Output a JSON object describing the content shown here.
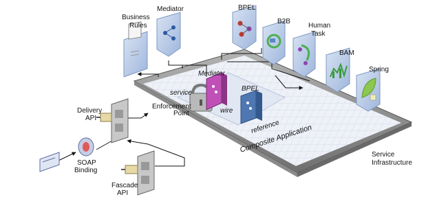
{
  "labels": {
    "business_rules": [
      "Business",
      "Rules"
    ],
    "mediator_top": "Mediator",
    "bpel_top": "BPEL",
    "b2b": "B2B",
    "human_task": [
      "Human",
      "Task"
    ],
    "bam": "BAM",
    "spring": "Spring",
    "service": "service",
    "mediator_inner": "Mediator",
    "bpel_inner": "BPEL",
    "enforcement_point": [
      "Enforcement",
      "Point"
    ],
    "wire": "wire",
    "reference": "reference",
    "composite_application": "Composite Application",
    "delivery_api": [
      "Delivery",
      "API"
    ],
    "soap_binding": [
      "SOAP",
      "Binding"
    ],
    "fascade_api": [
      "Fascade",
      "API"
    ],
    "service_infrastructure": [
      "Service",
      "Infrastructure"
    ]
  },
  "colors": {
    "frame": "#8c8c8c",
    "grid_bg": "#eef1f7",
    "grid_line": "#c9d1e3",
    "tile": "#b9cbe6",
    "tile_dark": "#7f98c3",
    "mediator_box": "#c050b8",
    "bpel_box": "#4f78b3",
    "lock": "#b9b9b9",
    "plug": "#e6d9a6",
    "spring_leaf": "#8cc850"
  }
}
